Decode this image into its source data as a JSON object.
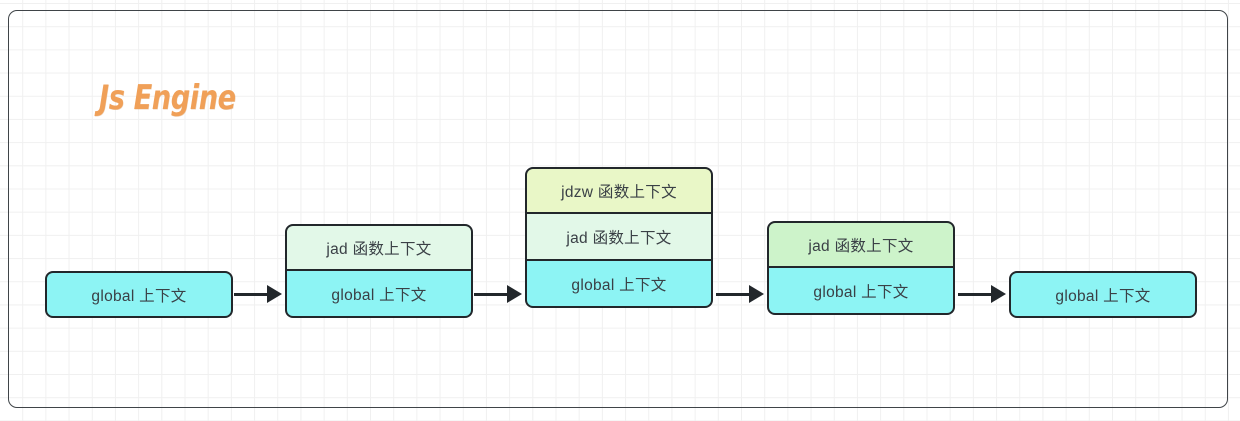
{
  "diagram": {
    "title": "Js Engine",
    "title_color": "#f0a058",
    "frame_color": "#3f4448",
    "background": "#ffffff",
    "grid_color": "#f0f0f0",
    "colors": {
      "global_context": "#8df4f4",
      "jad_pale": "#e2f8e8",
      "jad_mid": "#cdf3ca",
      "jdzw": "#e9f7c7",
      "border": "#22272b",
      "text": "#3a4046"
    },
    "stacks": [
      {
        "name": "stack-1",
        "cells": [
          {
            "label": "global 上下文",
            "fill": "global_context"
          }
        ]
      },
      {
        "name": "stack-2",
        "cells": [
          {
            "label": "jad 函数上下文",
            "fill": "jad_pale"
          },
          {
            "label": "global 上下文",
            "fill": "global_context"
          }
        ]
      },
      {
        "name": "stack-3",
        "cells": [
          {
            "label": "jdzw 函数上下文",
            "fill": "jdzw"
          },
          {
            "label": "jad 函数上下文",
            "fill": "jad_pale"
          },
          {
            "label": "global 上下文",
            "fill": "global_context"
          }
        ]
      },
      {
        "name": "stack-4",
        "cells": [
          {
            "label": "jad 函数上下文",
            "fill": "jad_mid"
          },
          {
            "label": "global 上下文",
            "fill": "global_context"
          }
        ]
      },
      {
        "name": "stack-5",
        "cells": [
          {
            "label": "global 上下文",
            "fill": "global_context"
          }
        ]
      }
    ],
    "arrows": [
      {
        "name": "arrow-1-to-2"
      },
      {
        "name": "arrow-2-to-3"
      },
      {
        "name": "arrow-3-to-4"
      },
      {
        "name": "arrow-4-to-5"
      }
    ]
  }
}
